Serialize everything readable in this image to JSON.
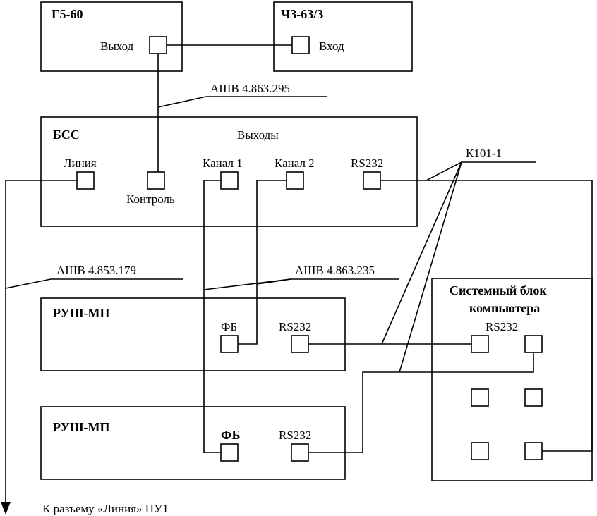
{
  "devices": {
    "g5": {
      "title": "Г5-60",
      "port_label": "Выход"
    },
    "ch3": {
      "title": "Ч3-63/3",
      "port_label": "Вход"
    },
    "bss": {
      "title": "БСС",
      "outputs_label": "Выходы",
      "line_label": "Линия",
      "control_label": "Контроль",
      "channel1_label": "Канал 1",
      "channel2_label": "Канал 2",
      "rs232_label": "RS232"
    },
    "rush1": {
      "title": "РУШ-МП",
      "fb_label": "ФБ",
      "rs232_label": "RS232"
    },
    "rush2": {
      "title": "РУШ-МП",
      "fb_label": "ФБ",
      "rs232_label": "RS232"
    },
    "pc": {
      "title_line1": "Системный блок",
      "title_line2": "компьютера",
      "rs232_label": "RS232"
    }
  },
  "cables": {
    "g5_cable": "АШВ 4.863.295",
    "line_cable": "АШВ 4.853.179",
    "channel_cable": "АШВ 4.863.235",
    "rs_cable": "К101-1"
  },
  "footer": {
    "destination": "К разъему «Линия» ПУ1"
  },
  "colors": {
    "line": "#000000",
    "background": "#ffffff"
  }
}
